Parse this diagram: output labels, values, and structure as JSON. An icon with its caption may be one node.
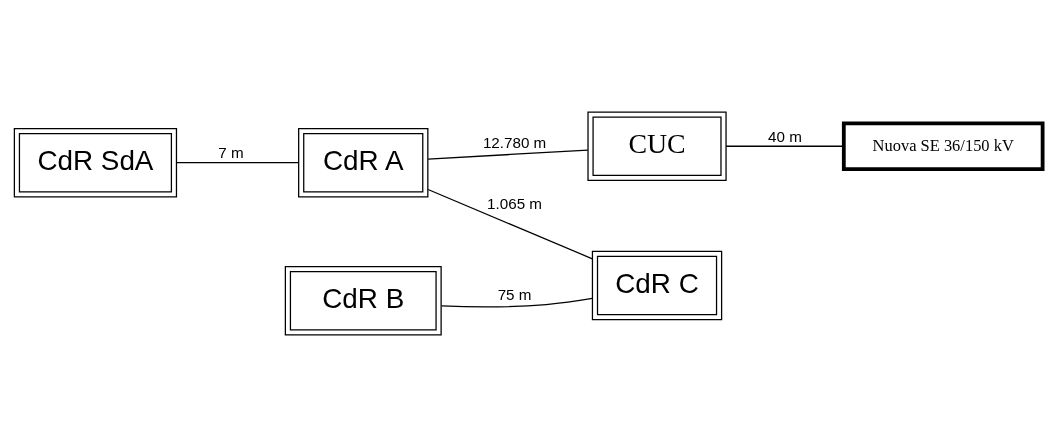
{
  "diagram": {
    "nodes": [
      {
        "text": [
          "CdR SdA"
        ]
      },
      {
        "text": [
          "CdR A"
        ]
      },
      {
        "text": [
          "CdR B"
        ]
      },
      {
        "text": [
          "CdR C"
        ]
      },
      {
        "text": [
          "CUC"
        ]
      },
      {
        "text": [
          "Nuova SE 36/150 kV"
        ]
      }
    ],
    "edges": [
      {
        "from": 0,
        "to": 1,
        "arrow": "none",
        "label": "7 m"
      },
      {
        "from": 1,
        "to": 3,
        "arrow": "none",
        "label": "1.065 m"
      },
      {
        "from": 2,
        "to": 3,
        "arrow": "none",
        "label": "75 m"
      },
      {
        "from": 1,
        "to": 4,
        "arrow": "none",
        "label": "12.780 m"
      },
      {
        "from": 4,
        "to": 5,
        "arrow": "none",
        "label": "40 m"
      }
    ]
  }
}
